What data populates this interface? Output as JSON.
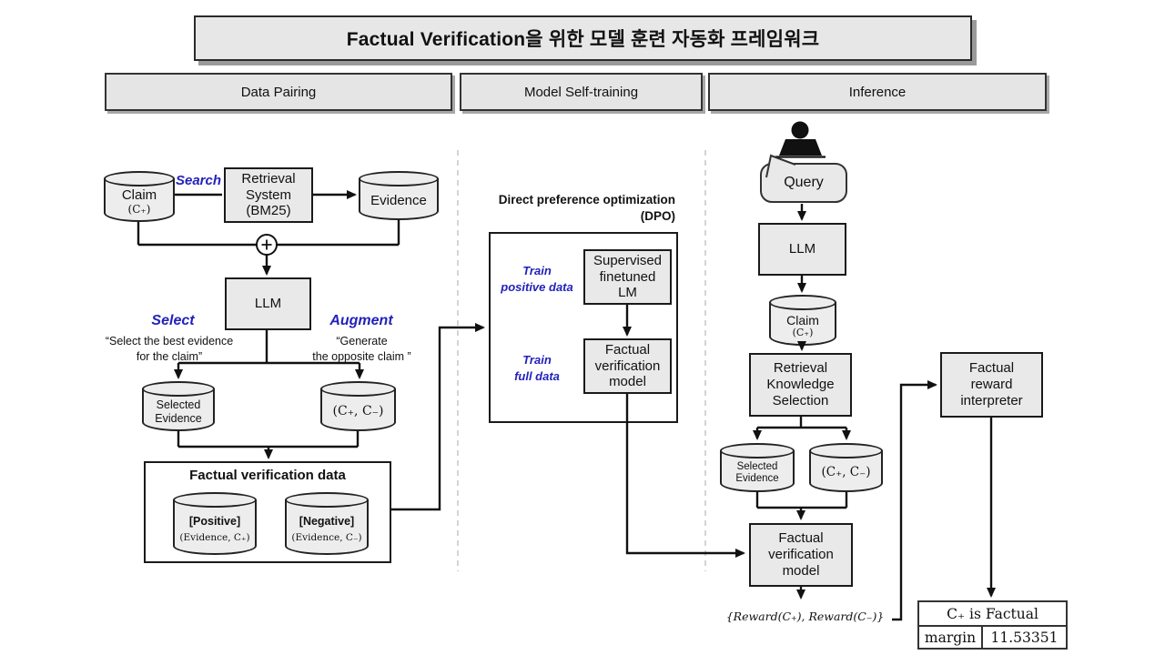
{
  "title": "Factual  Verification을 위한 모델 훈련 자동화 프레임워크",
  "section_headers": {
    "data_pairing": "Data Pairing",
    "model_self_training": "Model Self-training",
    "inference": "Inference"
  },
  "colors": {
    "accent_blue": "#2222bb",
    "node_fill": "#e9e9e9",
    "line": "#111111",
    "divider": "#c9c9c9"
  },
  "data_pairing": {
    "claim_db_title": "Claim",
    "claim_db_sub": "(C₊)",
    "search_label": "Search",
    "retrieval_system_label": "Retrieval\nSystem\n(BM25)",
    "evidence_db_label": "Evidence",
    "combine_symbol": "+",
    "llm_label": "LLM",
    "select_label": "Select",
    "select_quote": "“Select the best evidence\nfor the claim”",
    "augment_label": "Augment",
    "augment_quote": "“Generate\nthe opposite claim ”",
    "selected_evidence_db_label": "Selected\nEvidence",
    "claim_pair_db_label": "(C₊, C₋)",
    "fvd_title": "Factual verification data",
    "positive_db_title": "[Positive]",
    "positive_db_sub": "(Evidence, C₊)",
    "negative_db_title": "[Negative]",
    "negative_db_sub": "(Evidence, C₋)"
  },
  "model_self_training": {
    "dpo_title": "Direct preference optimization\n(DPO)",
    "train_positive_label": "Train\npositive data",
    "supervised_lm_label": "Supervised\nfinetuned\nLM",
    "train_full_label": "Train\nfull data",
    "fv_model_label": "Factual\nverification\nmodel"
  },
  "inference": {
    "query_label": "Query",
    "llm_label": "LLM",
    "claim_db_title": "Claim",
    "claim_db_sub": "(C₊)",
    "rks_label": "Retrieval\nKnowledge\nSelection",
    "selected_evidence_db_label": "Selected\nEvidence",
    "claim_pair_db_label": "(C₊, C₋)",
    "fv_model_label": "Factual\nverification\nmodel",
    "reward_output": "{Reward(C₊), Reward(C₋)}",
    "reward_interpreter_label": "Factual\nreward\ninterpreter",
    "result_table": {
      "header": "C₊ is Factual",
      "row_label": "margin",
      "row_value": "11.53351"
    }
  }
}
